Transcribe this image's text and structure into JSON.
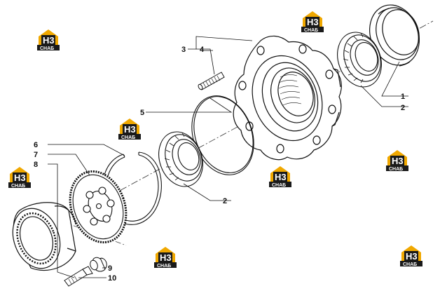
{
  "diagram": {
    "callouts": {
      "c1": "1",
      "c2a": "2",
      "c2b": "2",
      "c3": "3",
      "c4": "4",
      "c5": "5",
      "c6": "6",
      "c7": "7",
      "c8": "8",
      "c9": "9",
      "c10": "10"
    }
  },
  "watermark": {
    "brand_top": "H3",
    "brand_bottom": "CHAБ",
    "colors": {
      "dark": "#1a1a1a",
      "accent": "#f0a800"
    }
  }
}
